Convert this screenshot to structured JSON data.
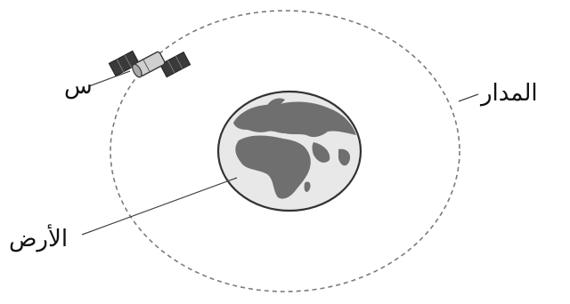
{
  "labels": {
    "satellite": "س",
    "orbit": "المدار",
    "earth": "الأرض"
  },
  "icons": {
    "satellite": "satellite-icon",
    "earth": "earth-globe-icon"
  },
  "colors": {
    "orbit_line": "#7a7a7a",
    "earth_ocean": "#e8e8e8",
    "earth_land": "#6f6f6f",
    "earth_outline": "#333333",
    "satellite_panel": "#3a3a3a",
    "satellite_body": "#d0d0d0",
    "leader_line": "#444444"
  }
}
